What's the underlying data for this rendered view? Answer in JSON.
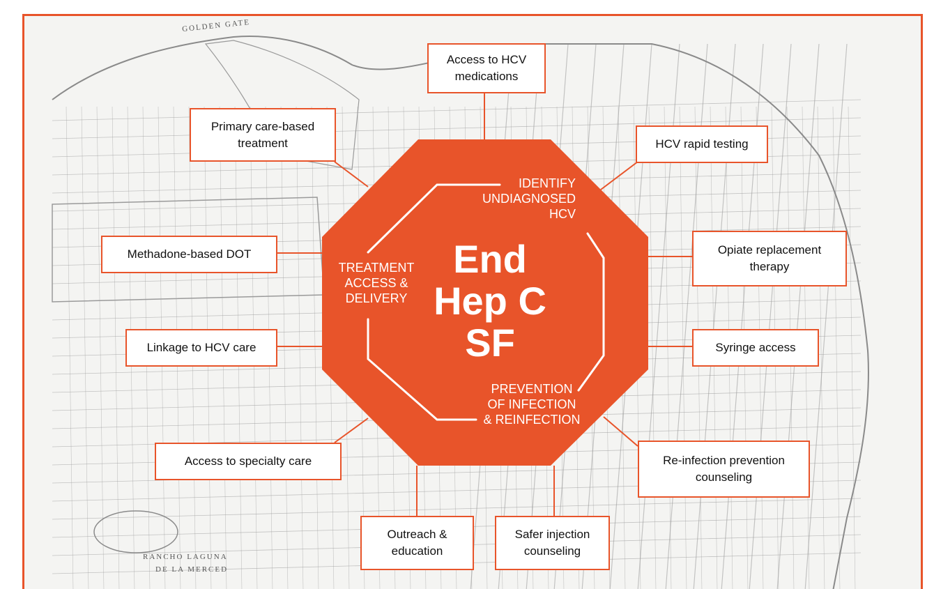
{
  "colors": {
    "accent": "#e8542a",
    "octagon_fill": "#e8542a",
    "octagon_text": "#ffffff",
    "box_border": "#e8542a",
    "map_lines": "#9a9a9a",
    "background": "#f4f4f2"
  },
  "map": {
    "labels": {
      "golden_gate": "GOLDEN GATE",
      "rancho_1": "RANCHO LAGUNA",
      "rancho_2": "DE LA MERCED"
    }
  },
  "center": {
    "title_line1": "End",
    "title_line2": "Hep C",
    "title_line3": "SF"
  },
  "segments": {
    "identify": [
      "IDENTIFY",
      "UNDIAGNOSED",
      "HCV"
    ],
    "treatment": [
      "TREATMENT",
      "ACCESS &",
      "DELIVERY"
    ],
    "prevention": [
      "PREVENTION",
      "OF INFECTION",
      "& REINFECTION"
    ]
  },
  "boxes": {
    "access_meds": [
      "Access to HCV",
      "medications"
    ],
    "primary_care": [
      "Primary care-based",
      "treatment"
    ],
    "rapid_testing": [
      "HCV rapid testing"
    ],
    "methadone": [
      "Methadone-based DOT"
    ],
    "opiate": [
      "Opiate replacement",
      "therapy"
    ],
    "linkage": [
      "Linkage to HCV care"
    ],
    "syringe": [
      "Syringe access"
    ],
    "specialty": [
      "Access to specialty care"
    ],
    "reinfection": [
      "Re-infection prevention",
      "counseling"
    ],
    "outreach": [
      "Outreach &",
      "education"
    ],
    "safer_injection": [
      "Safer injection",
      "counseling"
    ]
  }
}
